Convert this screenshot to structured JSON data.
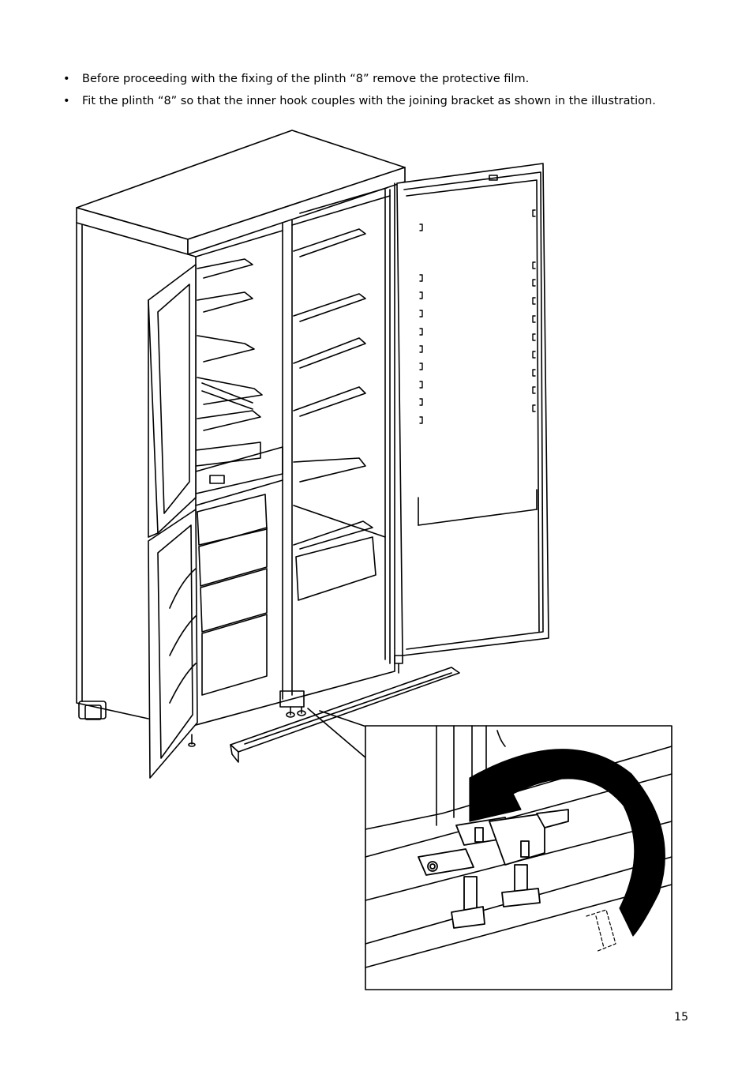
{
  "instructions": [
    {
      "bullet": "•",
      "text": "Before proceeding with the fixing of the plinth “8” remove the protective film."
    },
    {
      "bullet": "•",
      "text": "Fit the plinth “8” so that the inner hook couples with the joining bracket as shown in the illustration."
    }
  ],
  "page_number": "15"
}
